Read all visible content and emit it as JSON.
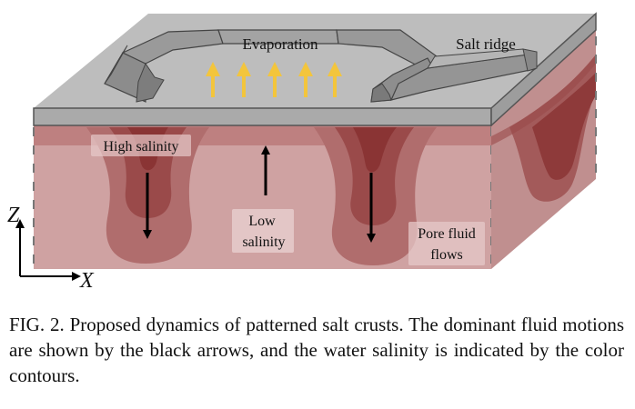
{
  "labels": {
    "evaporation": "Evaporation",
    "salt_ridge": "Salt ridge",
    "high_salinity": "High salinity",
    "low_salinity_line1": "Low",
    "low_salinity_line2": "salinity",
    "pore_fluid_line1": "Pore fluid",
    "pore_fluid_line2": "flows",
    "axis_z": "Z",
    "axis_x": "X"
  },
  "caption": "FIG. 2. Proposed dynamics of patterned salt crusts. The dominant fluid motions are shown by the black arrows, and the water salinity is indicated by the color contours.",
  "colors": {
    "soil": "#cfa2a2",
    "plume_outer": "#ad6666",
    "plume_inner": "#8e3a3a",
    "crust_top": "#bdbdbd",
    "crust_edge": "#a9a9a9",
    "ridge": "#8f8f8f",
    "evaporation_arrows": "#f3c53c"
  }
}
